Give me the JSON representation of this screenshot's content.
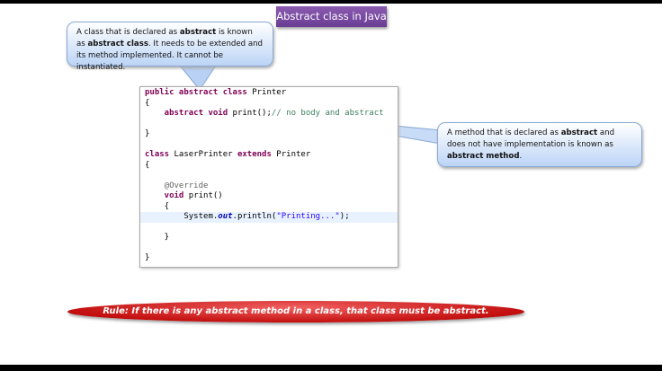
{
  "title": "Abstract class in Java",
  "callout_class": {
    "p1": "A class that is declared as ",
    "b1": "abstract",
    "p2": " is known as ",
    "b2": "abstract class",
    "p3": ". It needs to be extended and its method implemented. It cannot be instantiated."
  },
  "callout_method": {
    "p1": "A method that is declared as ",
    "b1": "abstract",
    "p2": " and does not have implementation is known as ",
    "b2": "abstract method",
    "p3": "."
  },
  "code": {
    "l1a": "public abstract class",
    " l1b": "",
    "l1": " Printer",
    "l2": "{",
    "l3a": "    abstract void",
    "l3b": " print();",
    "l3c": "// no body and abstract",
    "l5": "}",
    "l7a": "class",
    "l7b": " LaserPrinter ",
    "l7c": "extends",
    "l7d": " Printer",
    "l8": "{",
    "l10": "    @Override",
    "l11a": "    void",
    "l11b": " print()",
    "l12": "    {",
    "l13a": "        System.",
    "l13b": "out",
    "l13c": ".println(",
    "l13d": "\"Printing...\"",
    "l13e": ");",
    "l15": "    }",
    "l17": "}"
  },
  "rule": "Rule: If there is any abstract method in a class, that class must be abstract."
}
